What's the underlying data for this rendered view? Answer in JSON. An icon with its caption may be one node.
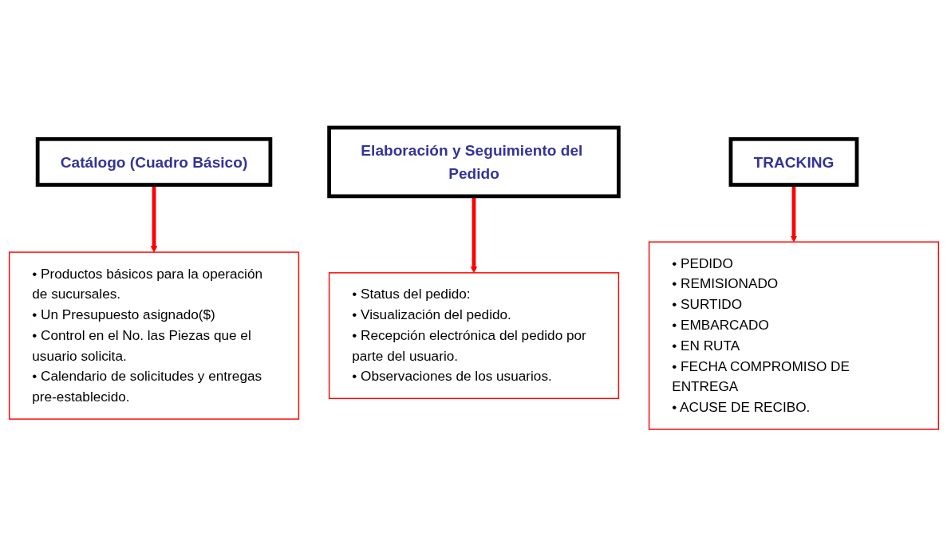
{
  "diagram": {
    "nodes": [
      {
        "text": [
          "Catálogo (Cuadro Básico)"
        ]
      },
      {
        "text": [
          "Elaboración y Seguimiento del Pedido"
        ]
      },
      {
        "text": [
          "TRACKING"
        ]
      },
      {
        "text": [
          "• Productos básicos para la operación de sucursales.",
          "• Un Presupuesto asignado($)",
          "• Control en el No. las Piezas que el usuario solicita.",
          "• Calendario de solicitudes y entregas pre-establecido."
        ]
      },
      {
        "text": [
          "• Status del pedido:",
          "• Visualización del pedido.",
          "• Recepción electrónica del pedido por parte del usuario.",
          "• Observaciones de los usuarios."
        ]
      },
      {
        "text": [
          "• PEDIDO",
          "• REMISIONADO",
          "• SURTIDO",
          "• EMBARCADO",
          "• EN RUTA",
          "• FECHA COMPROMISO DE ENTREGA",
          "• ACUSE DE RECIBO."
        ]
      }
    ],
    "edges": [
      {
        "from": 0,
        "to": 3,
        "arrow": "to"
      },
      {
        "from": 1,
        "to": 4,
        "arrow": "to"
      },
      {
        "from": 2,
        "to": 5,
        "arrow": "to"
      }
    ]
  }
}
